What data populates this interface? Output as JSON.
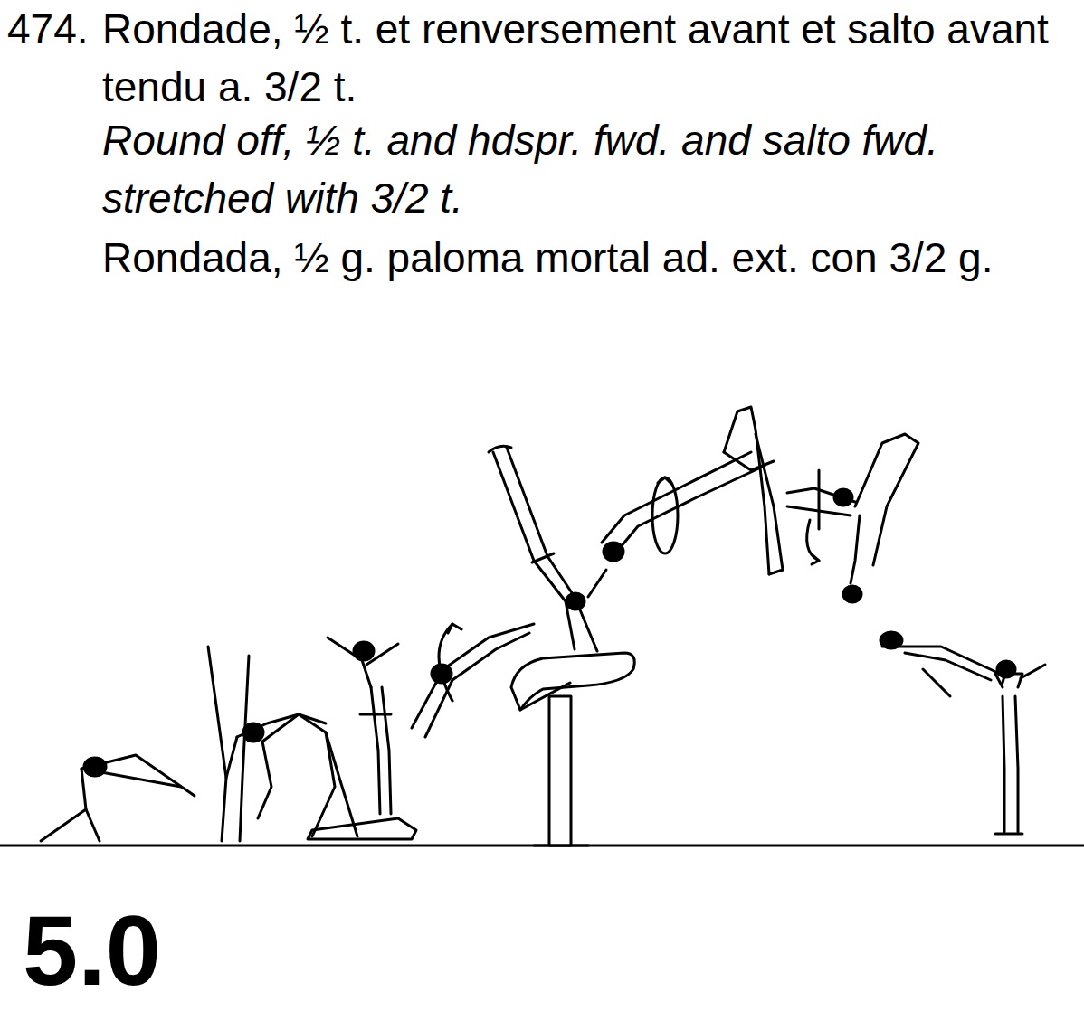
{
  "diagram": {
    "labels": [
      "474.",
      "Rondade, ½ t. et renversement avant et salto avant tendu a. 3/2 t.",
      "Round off, ½ t. and hdspr. fwd. and salto fwd. stretched with 3/2 t.",
      "Rondada, ½ g. paloma mortal ad. ext. con 3/2 g.",
      "5.0"
    ]
  }
}
